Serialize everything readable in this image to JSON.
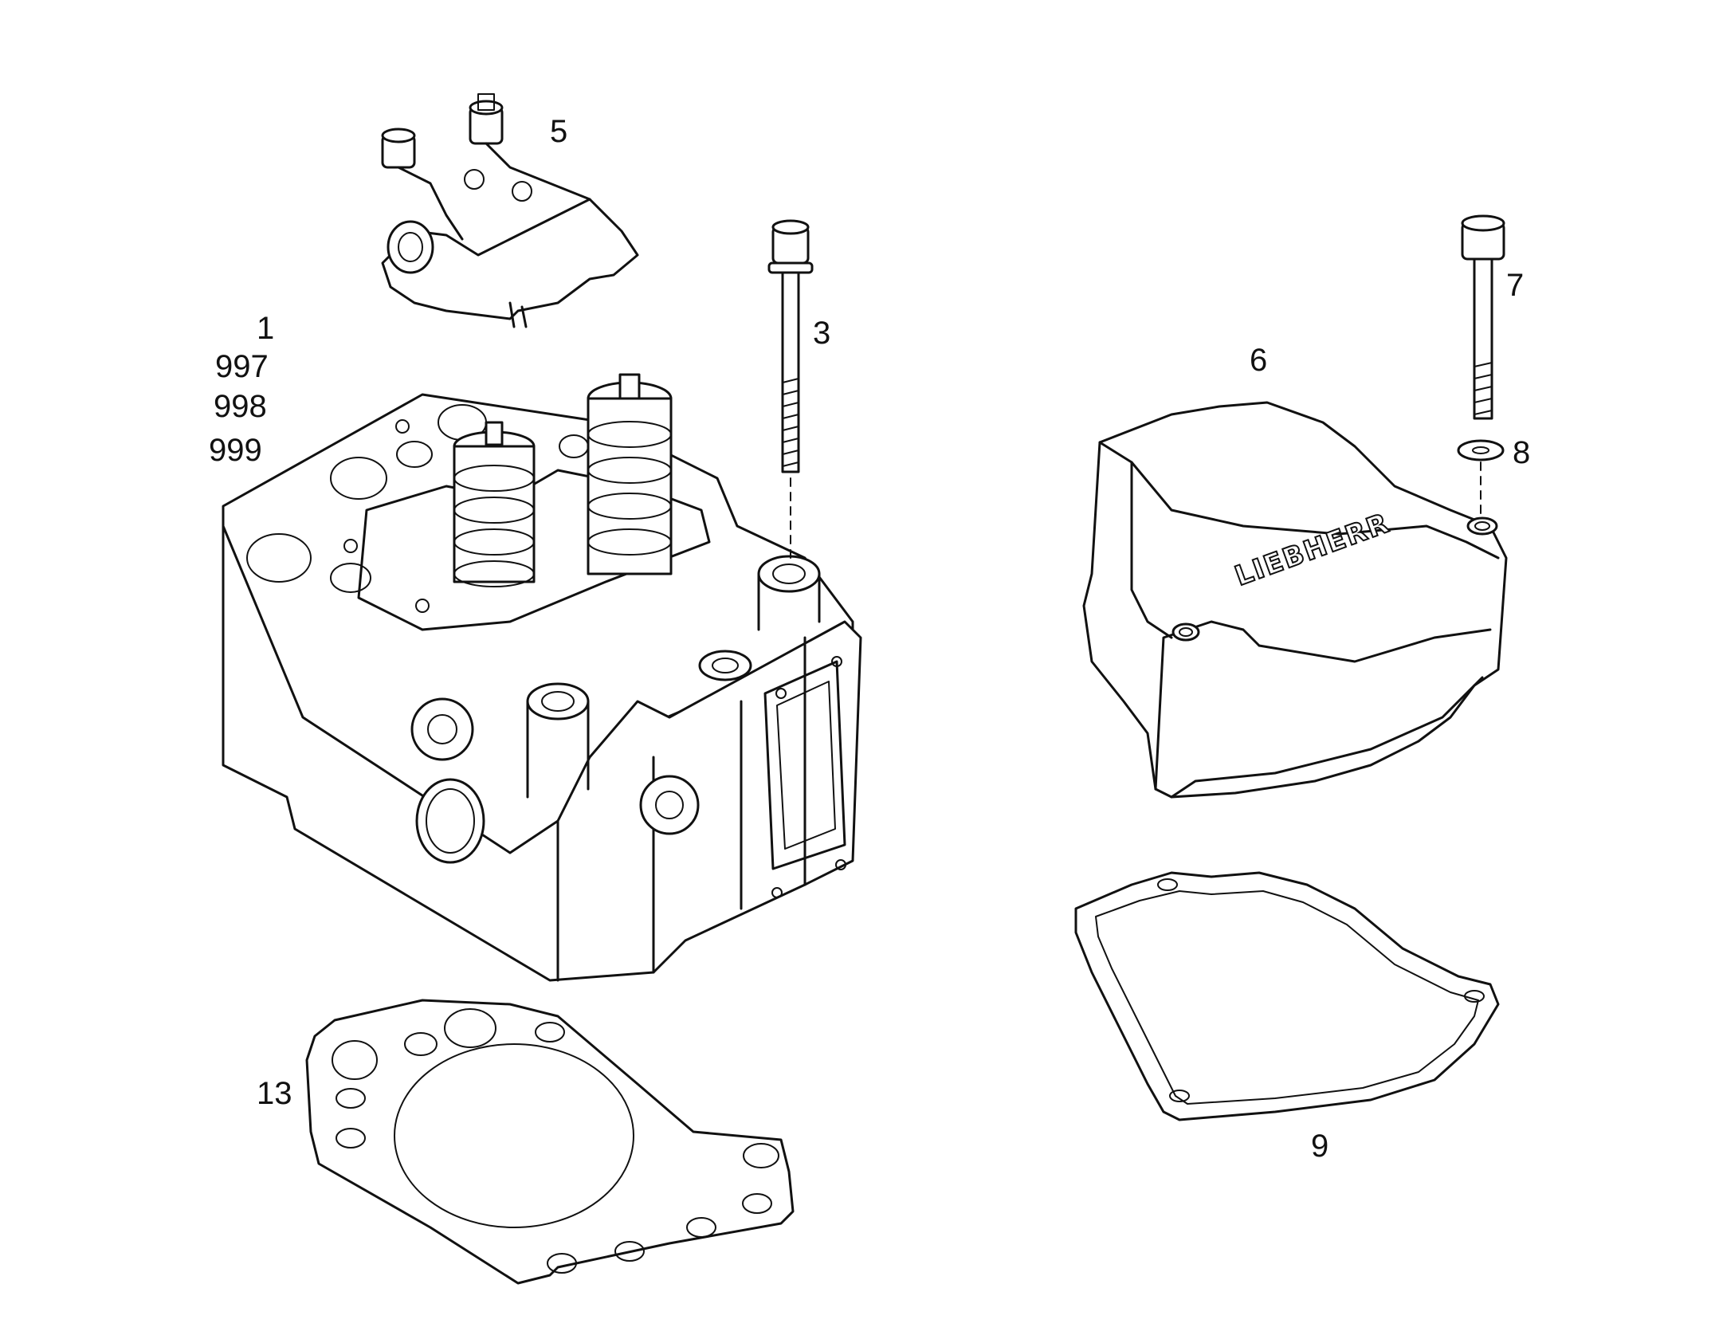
{
  "labels": {
    "cylinder_head": "1",
    "variant_a": "997",
    "variant_b": "998",
    "variant_c": "999",
    "head_bolt": "3",
    "rocker_arm": "5",
    "valve_cover": "6",
    "cover_bolt": "7",
    "washer": "8",
    "cover_gasket": "9",
    "head_gasket": "13"
  },
  "logo": "LIEBHERR"
}
